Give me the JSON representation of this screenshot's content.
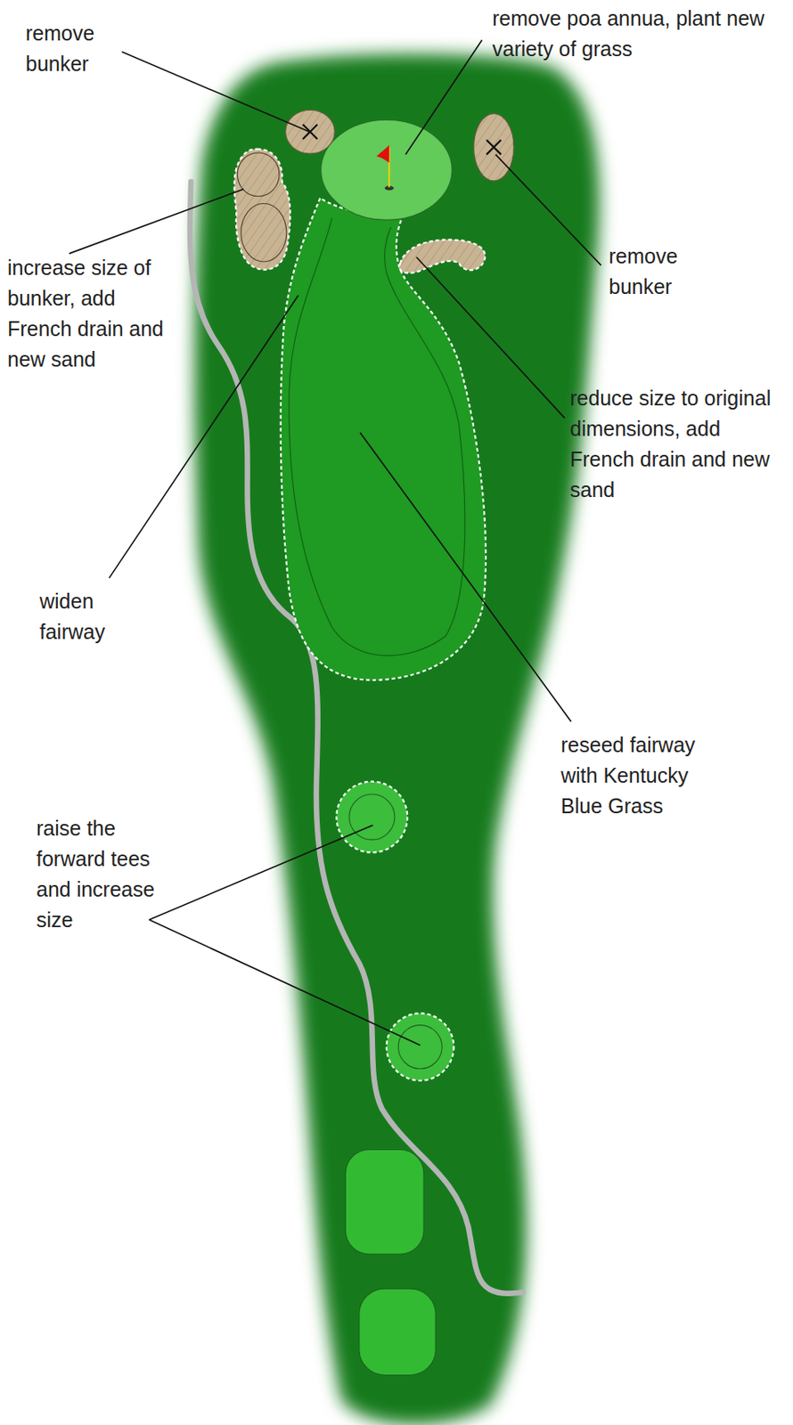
{
  "diagram": {
    "labels": [
      "remove bunker",
      "remove poa annua, plant new variety of grass",
      "increase size of bunker, add French drain and new sand",
      "remove bunker",
      "reduce size to original dimensions, add French drain and new sand",
      "widen fairway",
      "reseed fairway with Kentucky Blue Grass",
      "raise the forward tees and increase size"
    ]
  }
}
